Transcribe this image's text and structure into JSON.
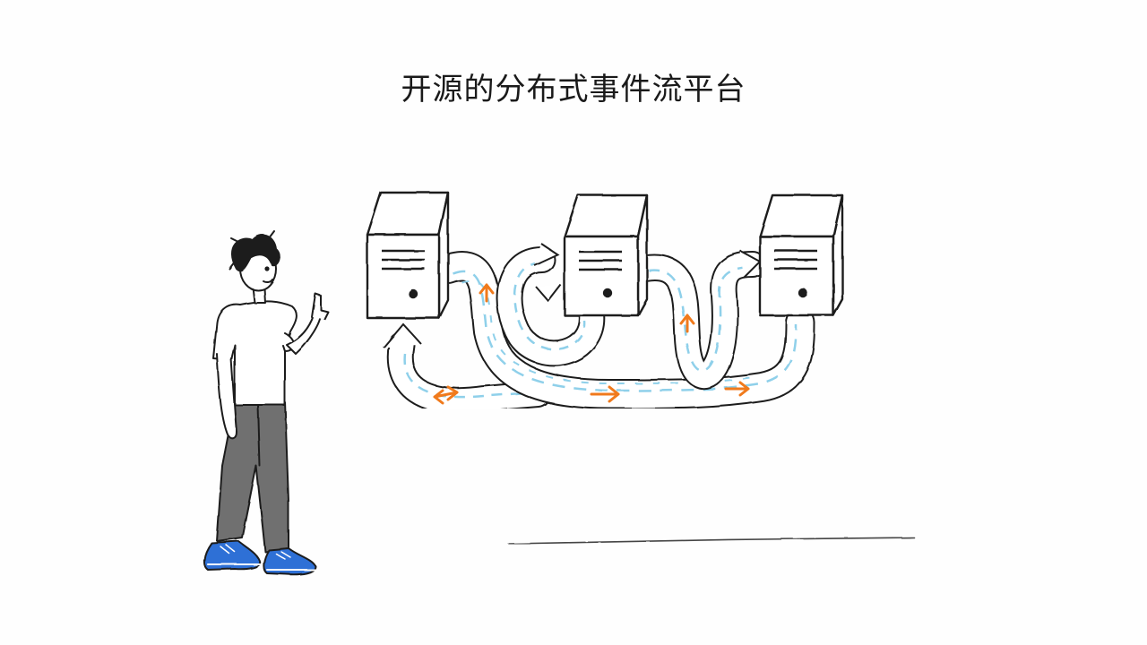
{
  "title": "开源的分布式事件流平台",
  "colors": {
    "ink": "#1e1e1e",
    "flow_light_blue": "#8fd0ea",
    "arrow_orange": "#f07a1c",
    "shoe_blue": "#2f6fd6",
    "pants_gray": "#6e6e6e"
  },
  "icons": [
    "server-icon",
    "person-figure",
    "flow-arrow",
    "ground-line"
  ]
}
